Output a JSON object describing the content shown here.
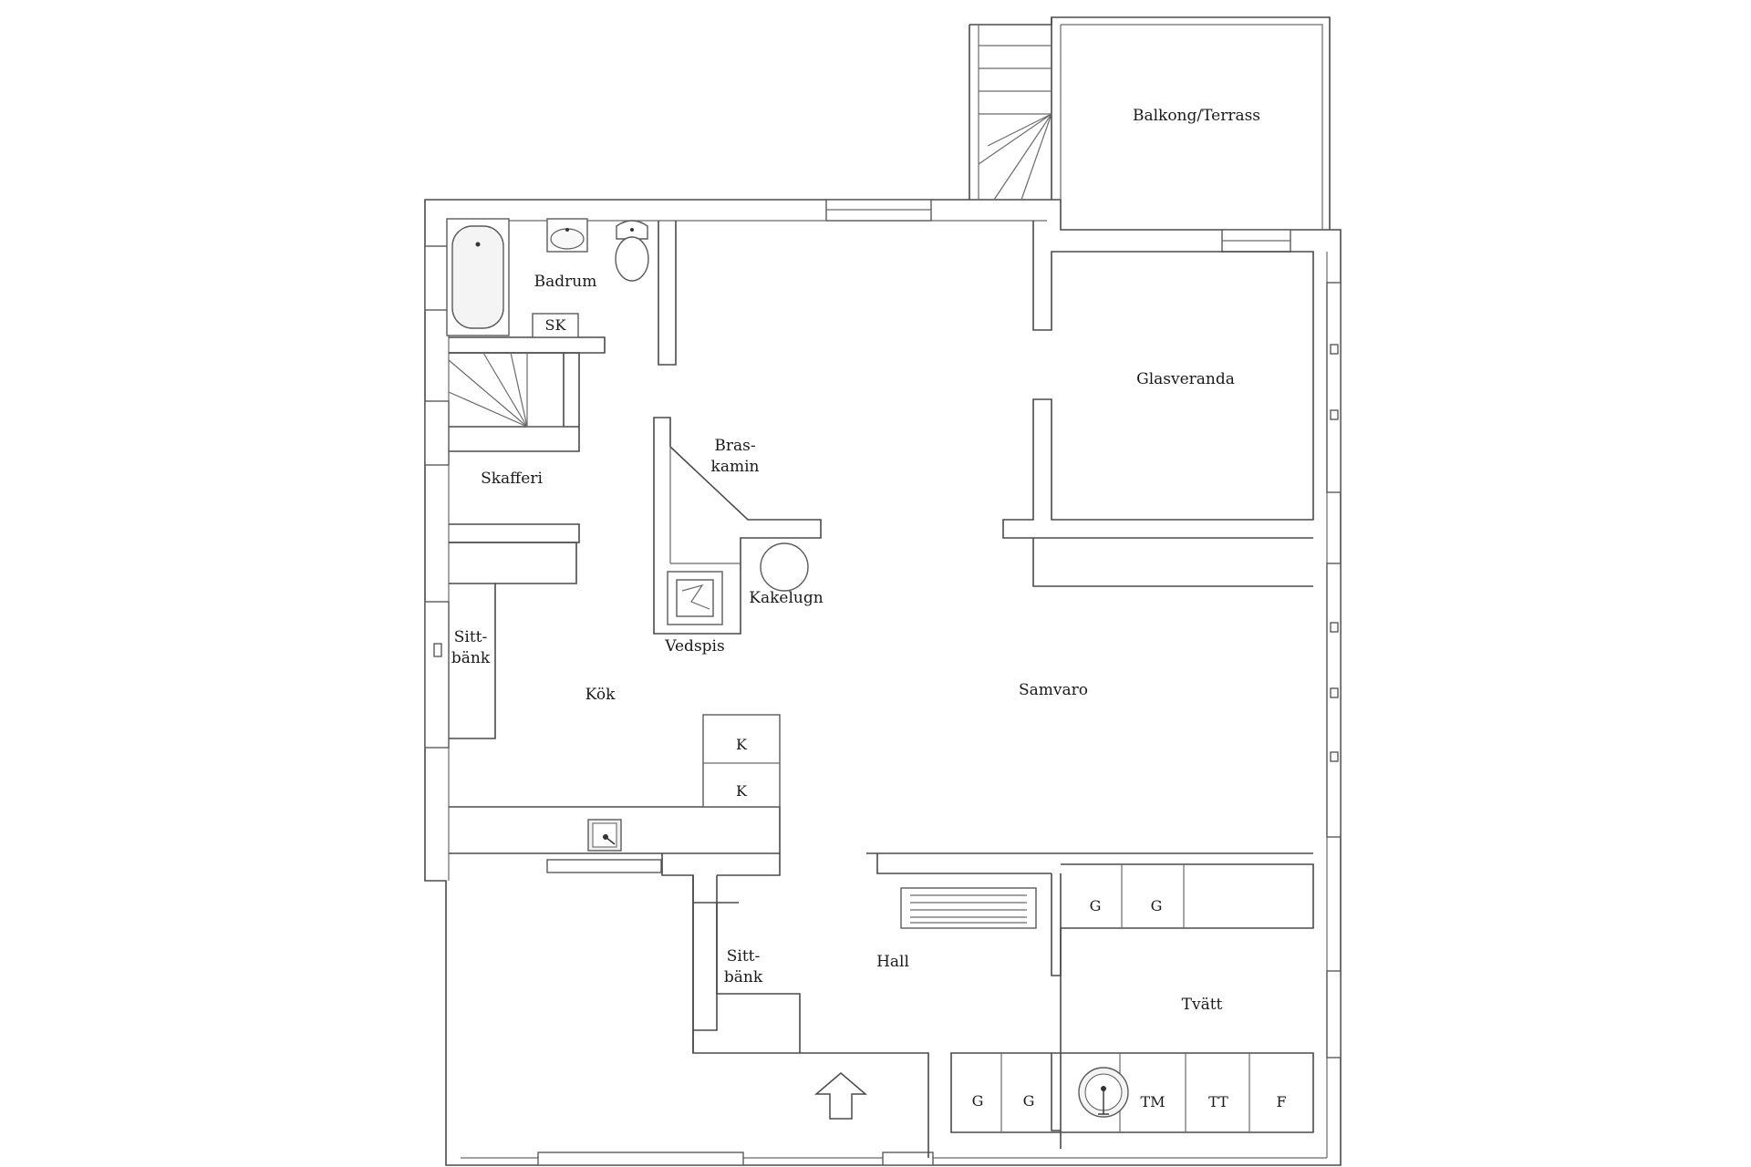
{
  "rooms": {
    "balkong": "Balkong/Terrass",
    "glasveranda": "Glasveranda",
    "badrum": "Badrum",
    "skafferi": "Skafferi",
    "braskamin_1": "Bras-",
    "braskamin_2": "kamin",
    "kakelugn": "Kakelugn",
    "vedspis": "Vedspis",
    "sittbank1_1": "Sitt-",
    "sittbank1_2": "bänk",
    "kok": "Kök",
    "samvaro": "Samvaro",
    "hall": "Hall",
    "sittbank2_1": "Sitt-",
    "sittbank2_2": "bänk",
    "tvatt": "Tvätt"
  },
  "fixtures": {
    "sk": "SK",
    "k_upper": "K",
    "k_lower": "K",
    "g_upper_1": "G",
    "g_upper_2": "G",
    "g_lower_1": "G",
    "g_lower_2": "G",
    "tm": "TM",
    "tt": "TT",
    "f": "F"
  },
  "icons": {
    "entrance": "entrance-arrow-icon",
    "bathtub": "bathtub-icon",
    "washbasin": "washbasin-icon",
    "toilet": "toilet-icon",
    "sink": "kitchen-sink-icon",
    "radiator": "radiator-icon",
    "floor_drain": "floor-drain-icon",
    "stove": "wood-stove-icon",
    "tiled_stove": "tiled-stove-icon"
  }
}
